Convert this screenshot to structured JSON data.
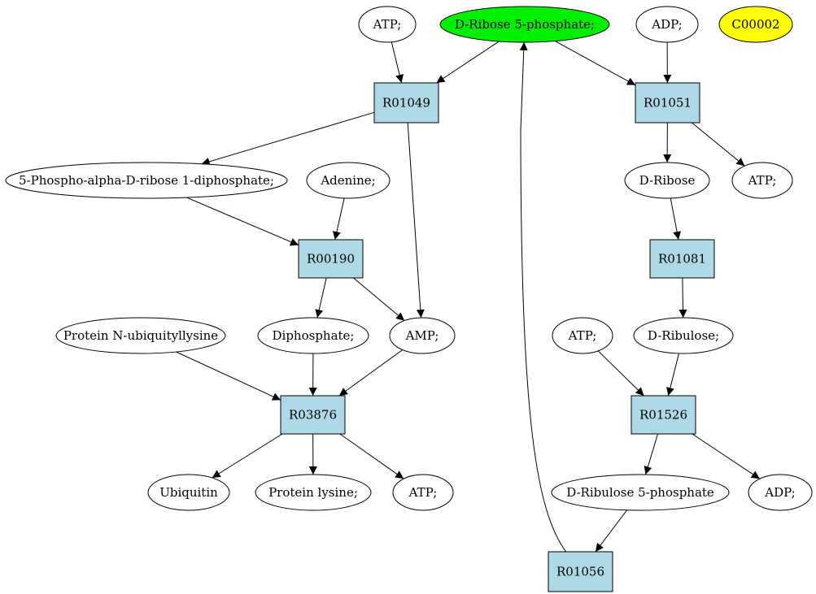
{
  "colors": {
    "reaction_fill": "#add8e6",
    "compound_fill": "#ffffff",
    "highlight_green": "#00ee00",
    "highlight_yellow": "#ffff00",
    "stroke": "#000000"
  },
  "nodes": [
    {
      "id": "n_atp1",
      "label": "ATP;",
      "kind": "compound"
    },
    {
      "id": "n_r5p",
      "label": "D-Ribose 5-phosphate;",
      "kind": "compound",
      "fill": "#00ee00"
    },
    {
      "id": "n_adp1",
      "label": "ADP;",
      "kind": "compound"
    },
    {
      "id": "n_c00002",
      "label": "C00002",
      "kind": "compound",
      "fill": "#ffff00"
    },
    {
      "id": "n_r01049",
      "label": "R01049",
      "kind": "reaction"
    },
    {
      "id": "n_r01051",
      "label": "R01051",
      "kind": "reaction"
    },
    {
      "id": "n_prpp",
      "label": "5-Phospho-alpha-D-ribose 1-diphosphate;",
      "kind": "compound"
    },
    {
      "id": "n_adenine",
      "label": "Adenine;",
      "kind": "compound"
    },
    {
      "id": "n_dribose",
      "label": "D-Ribose",
      "kind": "compound"
    },
    {
      "id": "n_atp2",
      "label": "ATP;",
      "kind": "compound"
    },
    {
      "id": "n_r00190",
      "label": "R00190",
      "kind": "reaction"
    },
    {
      "id": "n_r01081",
      "label": "R01081",
      "kind": "reaction"
    },
    {
      "id": "n_pnu",
      "label": "Protein N-ubiquityllysine",
      "kind": "compound"
    },
    {
      "id": "n_diphos",
      "label": "Diphosphate;",
      "kind": "compound"
    },
    {
      "id": "n_amp",
      "label": "AMP;",
      "kind": "compound"
    },
    {
      "id": "n_atp3",
      "label": "ATP;",
      "kind": "compound"
    },
    {
      "id": "n_dribulose",
      "label": "D-Ribulose;",
      "kind": "compound"
    },
    {
      "id": "n_r03876",
      "label": "R03876",
      "kind": "reaction"
    },
    {
      "id": "n_r01526",
      "label": "R01526",
      "kind": "reaction"
    },
    {
      "id": "n_ubiq",
      "label": "Ubiquitin",
      "kind": "compound"
    },
    {
      "id": "n_plys",
      "label": "Protein lysine;",
      "kind": "compound"
    },
    {
      "id": "n_atp4",
      "label": "ATP;",
      "kind": "compound"
    },
    {
      "id": "n_dru5p",
      "label": "D-Ribulose 5-phosphate",
      "kind": "compound"
    },
    {
      "id": "n_adp2",
      "label": "ADP;",
      "kind": "compound"
    },
    {
      "id": "n_r01056",
      "label": "R01056",
      "kind": "reaction"
    }
  ],
  "edges": [
    {
      "from": "n_atp1",
      "to": "n_r01049"
    },
    {
      "from": "n_r5p",
      "to": "n_r01049"
    },
    {
      "from": "n_r5p",
      "to": "n_r01051"
    },
    {
      "from": "n_adp1",
      "to": "n_r01051"
    },
    {
      "from": "n_r01049",
      "to": "n_prpp"
    },
    {
      "from": "n_r01049",
      "to": "n_amp"
    },
    {
      "from": "n_r01051",
      "to": "n_dribose"
    },
    {
      "from": "n_r01051",
      "to": "n_atp2"
    },
    {
      "from": "n_prpp",
      "to": "n_r00190"
    },
    {
      "from": "n_adenine",
      "to": "n_r00190"
    },
    {
      "from": "n_dribose",
      "to": "n_r01081"
    },
    {
      "from": "n_r00190",
      "to": "n_diphos"
    },
    {
      "from": "n_r00190",
      "to": "n_amp"
    },
    {
      "from": "n_r01081",
      "to": "n_dribulose"
    },
    {
      "from": "n_pnu",
      "to": "n_r03876"
    },
    {
      "from": "n_diphos",
      "to": "n_r03876"
    },
    {
      "from": "n_amp",
      "to": "n_r03876"
    },
    {
      "from": "n_atp3",
      "to": "n_r01526"
    },
    {
      "from": "n_dribulose",
      "to": "n_r01526"
    },
    {
      "from": "n_r03876",
      "to": "n_ubiq"
    },
    {
      "from": "n_r03876",
      "to": "n_plys"
    },
    {
      "from": "n_r03876",
      "to": "n_atp4"
    },
    {
      "from": "n_r01526",
      "to": "n_dru5p"
    },
    {
      "from": "n_r01526",
      "to": "n_adp2"
    },
    {
      "from": "n_dru5p",
      "to": "n_r01056"
    },
    {
      "from": "n_r01056",
      "to": "n_r5p"
    }
  ]
}
